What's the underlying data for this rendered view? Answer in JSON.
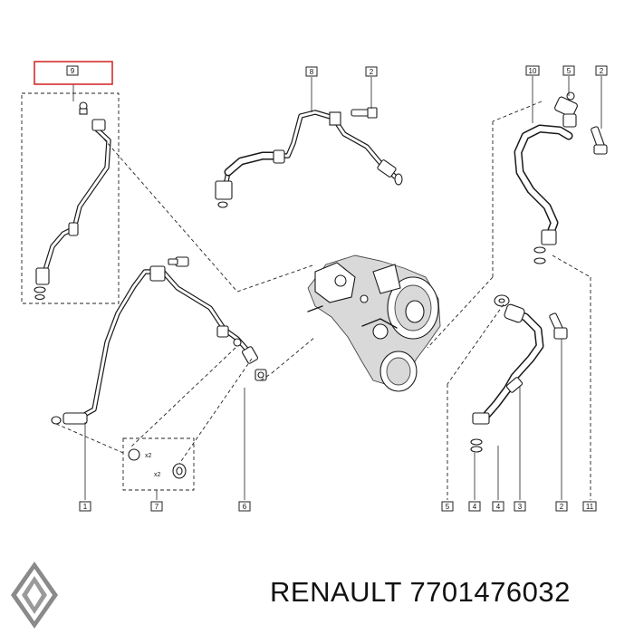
{
  "callouts": {
    "top_left": "9",
    "top_pipe": "8",
    "top_bolt": "2",
    "top_right_pipe": "10",
    "top_right_flange": "5",
    "top_right_bolt": "2",
    "bottom_1": "1",
    "bottom_7": "7",
    "bottom_6": "6",
    "bottom_5": "5",
    "bottom_4a": "4",
    "bottom_4b": "4",
    "bottom_3": "3",
    "bottom_2": "2",
    "bottom_11": "11"
  },
  "quantities": {
    "washer_qty": "x2",
    "seal_qty": "x2"
  },
  "footer": {
    "brand_part": "RENAULT 7701476032"
  },
  "colors": {
    "highlight": "#d32f2f",
    "line": "#1a1a1a"
  }
}
